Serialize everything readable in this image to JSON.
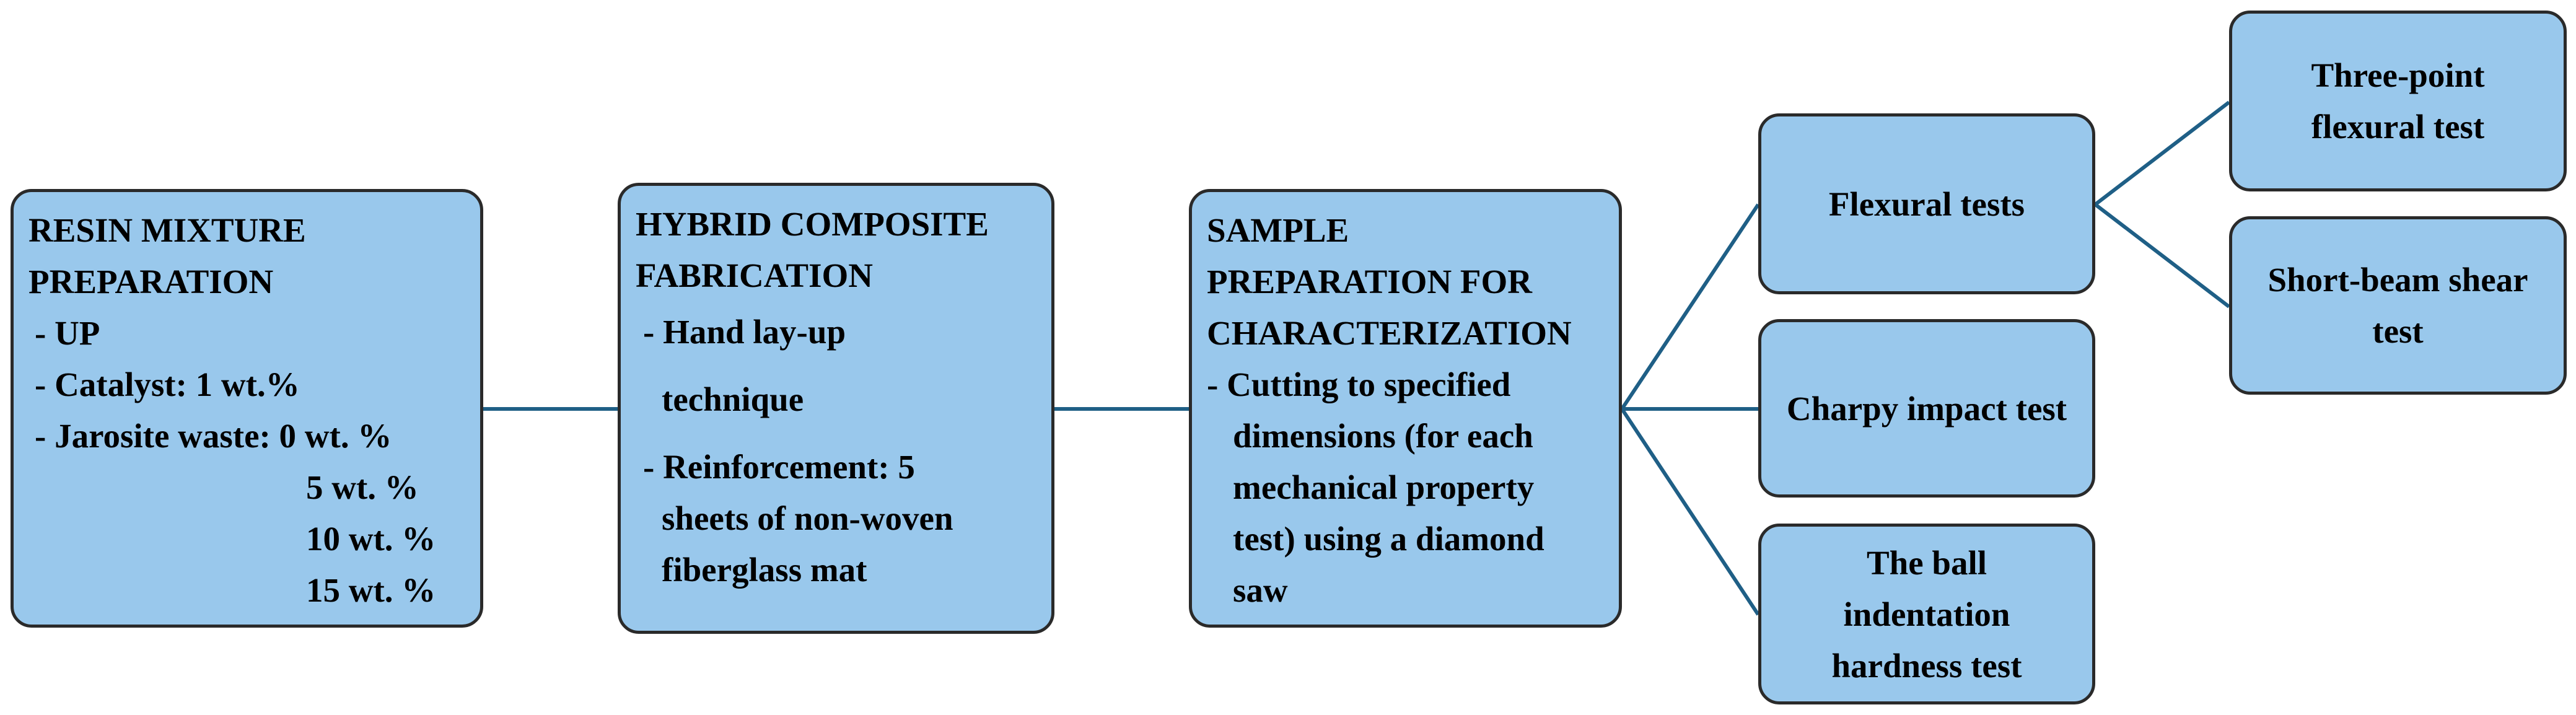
{
  "stages": {
    "resin": {
      "title_line1": "RESIN MIXTURE",
      "title_line2": "PREPARATION",
      "items": [
        "- UP",
        "- Catalyst: 1 wt.%",
        "- Jarosite waste: 0 wt. %"
      ],
      "sub_items": [
        "5 wt. %",
        "10 wt. %",
        "15 wt. %"
      ]
    },
    "fabrication": {
      "title_line1": "HYBRID COMPOSITE",
      "title_line2": "FABRICATION",
      "lines": [
        "- Hand lay-up",
        "technique",
        "- Reinforcement: 5",
        "sheets of non-woven",
        "fiberglass mat"
      ]
    },
    "sample": {
      "title_line1": "SAMPLE",
      "title_line2": "PREPARATION FOR",
      "title_line3": "CHARACTERIZATION",
      "lines": [
        "- Cutting to specified",
        "dimensions  (for each",
        "mechanical property",
        "test) using a diamond",
        "saw"
      ]
    }
  },
  "tests": {
    "flexural": "Flexural tests",
    "charpy": "Charpy impact test",
    "ball_line1": "The ball",
    "ball_line2": "indentation",
    "ball_line3": "hardness test"
  },
  "flexural_tests": {
    "three_point_line1": "Three-point",
    "three_point_line2": "flexural test",
    "short_beam_line1": "Short-beam shear",
    "short_beam_line2": "test"
  },
  "colors": {
    "box_fill": "#99c8ec",
    "box_border": "#2a2a2a",
    "connector": "#1f5f86"
  }
}
